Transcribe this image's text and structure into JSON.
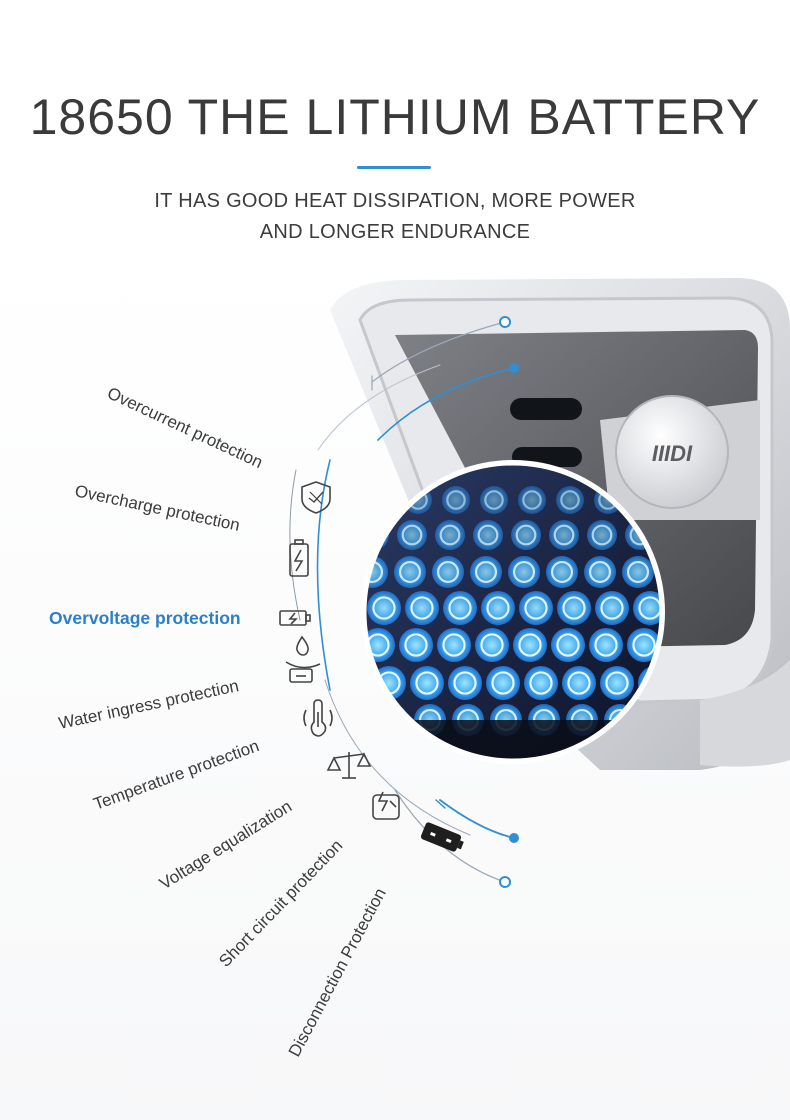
{
  "header": {
    "title": "18650 THE LITHIUM BATTERY",
    "subtitle_line1": "IT HAS GOOD HEAT DISSIPATION, MORE POWER",
    "subtitle_line2": "AND LONGER ENDURANCE"
  },
  "product": {
    "brand_logo": "IIIDI"
  },
  "colors": {
    "accent": "#2f8fd6",
    "highlight_text": "#2a7fc9",
    "text": "#3c3c3c",
    "icon": "#444444"
  },
  "features": [
    {
      "label": "Overcurrent protection",
      "icon": "shield-icon",
      "highlighted": false
    },
    {
      "label": "Overcharge protection",
      "icon": "battery-bolt-icon",
      "highlighted": false
    },
    {
      "label": "Overvoltage protection",
      "icon": "battery-charge-icon",
      "highlighted": true
    },
    {
      "label": "Water ingress protection",
      "icon": "water-drop-battery-icon",
      "highlighted": false
    },
    {
      "label": "Temperature protection",
      "icon": "thermometer-icon",
      "highlighted": false
    },
    {
      "label": "Voltage equalization",
      "icon": "balance-scale-icon",
      "highlighted": false
    },
    {
      "label": "Short circuit protection",
      "icon": "short-circuit-icon",
      "highlighted": false
    },
    {
      "label": "Disconnection Protection",
      "icon": "disconnect-icon",
      "highlighted": false
    }
  ]
}
